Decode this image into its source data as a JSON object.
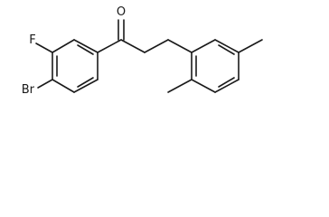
{
  "molecule": {
    "atom_labels": {
      "oxygen": "O",
      "fluorine": "F",
      "bromine": "Br"
    }
  }
}
